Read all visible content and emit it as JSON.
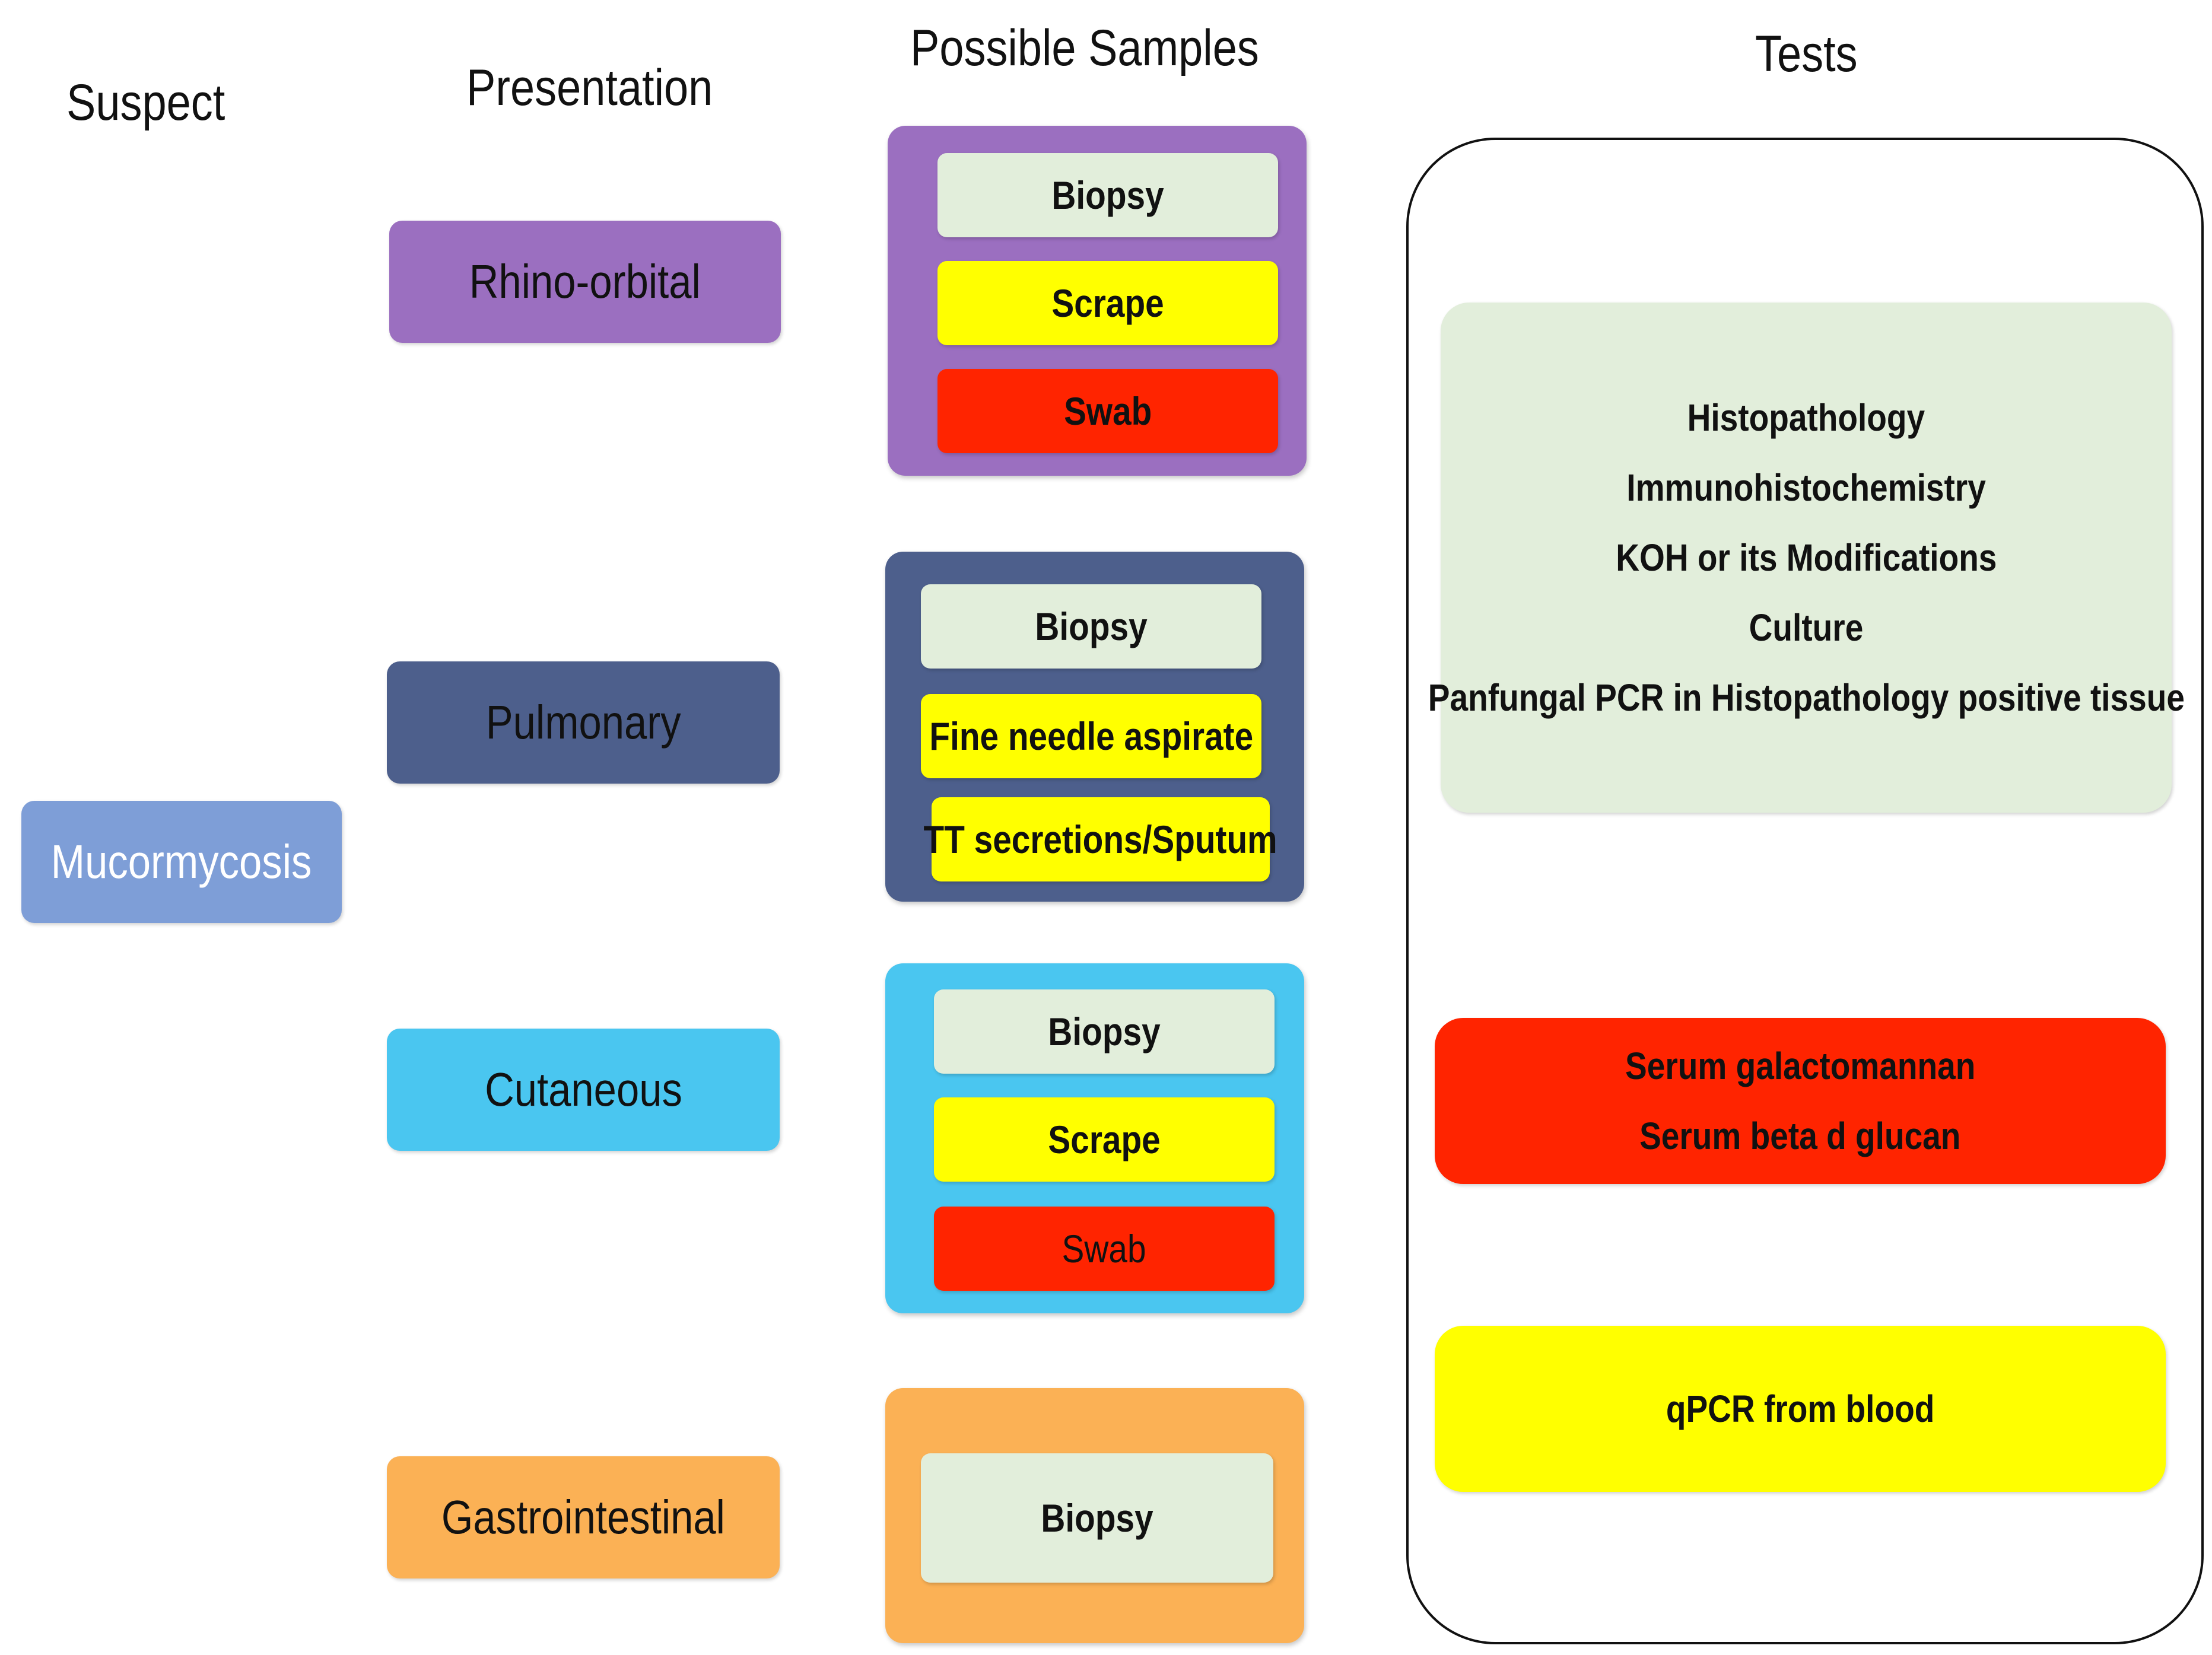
{
  "headers": {
    "suspect": "Suspect",
    "presentation": "Presentation",
    "samples": "Possible Samples",
    "tests": "Tests"
  },
  "suspect": {
    "label": "Mucormycosis",
    "color": "#7e9ed7"
  },
  "presentations": [
    {
      "label": "Rhino-orbital",
      "color": "#9b6fc0"
    },
    {
      "label": "Pulmonary",
      "color": "#4d5f8c"
    },
    {
      "label": "Cutaneous",
      "color": "#4ac6f0"
    },
    {
      "label": "Gastrointestinal",
      "color": "#fbb155"
    }
  ],
  "sample_groups": [
    {
      "color": "#9b6fc0",
      "samples": [
        {
          "label": "Biopsy",
          "color": "#e2eedb"
        },
        {
          "label": "Scrape",
          "color": "#ffff00"
        },
        {
          "label": "Swab",
          "color": "#ff2400"
        }
      ]
    },
    {
      "color": "#4d5f8c",
      "samples": [
        {
          "label": "Biopsy",
          "color": "#e2eedb"
        },
        {
          "label": "Fine needle aspirate",
          "color": "#ffff00"
        },
        {
          "label": "TT secretions/Sputum",
          "color": "#ffff00"
        }
      ]
    },
    {
      "color": "#4ac6f0",
      "samples": [
        {
          "label": "Biopsy",
          "color": "#e2eedb"
        },
        {
          "label": "Scrape",
          "color": "#ffff00"
        },
        {
          "label": "Swab",
          "color": "#ff2400"
        }
      ]
    },
    {
      "color": "#fbb155",
      "samples": [
        {
          "label": "Biopsy",
          "color": "#e2eedb"
        }
      ]
    }
  ],
  "tests": [
    {
      "color": "#e2eedb",
      "lines": [
        "Histopathology",
        "Immunohistochemistry",
        "KOH or its Modifications",
        "Culture",
        "Panfungal PCR in Histopathology positive tissue"
      ]
    },
    {
      "color": "#ff2400",
      "lines": [
        "Serum galactomannan",
        "Serum beta d glucan"
      ]
    },
    {
      "color": "#ffff00",
      "lines": [
        "qPCR from blood"
      ]
    }
  ]
}
